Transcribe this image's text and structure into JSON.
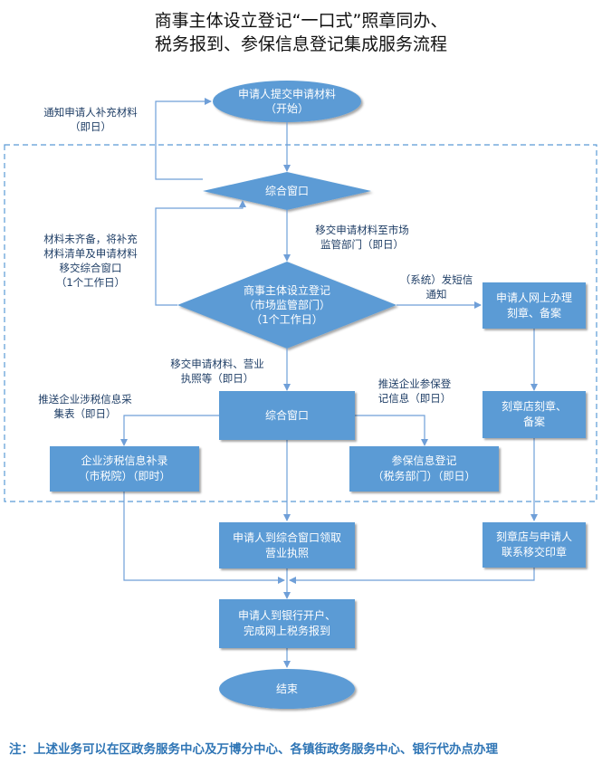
{
  "title": {
    "line1": "商事主体设立登记“一口式”照章同办、",
    "line2": "税务报到、参保信息登记集成服务流程"
  },
  "nodes": {
    "start": {
      "line1": "申请人提交申请材料",
      "line2": "（开始）"
    },
    "window1": "综合窗口",
    "market_review": {
      "line1": "商事主体设立登记",
      "line2": "（市场监管部门）",
      "line3": "（1个工作日）"
    },
    "window2": "综合窗口",
    "online_seal": {
      "line1": "申请人网上办理",
      "line2": "刻章、备案"
    },
    "seal_shop": {
      "line1": "刻章店刻章、",
      "line2": "备案"
    },
    "tax_supplement": {
      "line1": "企业涉税信息补录",
      "line2": "（市税院）（即时）"
    },
    "insurance_register": {
      "line1": "参保信息登记",
      "line2": "（税务部门）（即日）"
    },
    "collect_license": {
      "line1": "申请人到综合窗口领取",
      "line2": "营业执照"
    },
    "seal_handover": {
      "line1": "刻章店与申请人",
      "line2": "联系移交印章"
    },
    "bank": {
      "line1": "申请人到银行开户、",
      "line2": "完成网上税务报到"
    },
    "end": "结束"
  },
  "labels": {
    "notify_supplement": {
      "line1": "通知申请人补充材料",
      "line2": "（即日）"
    },
    "transfer_to_market": {
      "line1": "移交申请材料至市场",
      "line2": "监管部门（即日）"
    },
    "incomplete": {
      "line1": "材料未齐备，将补充",
      "line2": "材料清单及申请材料",
      "line3": "移交综合窗口",
      "line4": "（1个工作日）"
    },
    "sms": {
      "line1": "（系统）发短信",
      "line2": "通知"
    },
    "transfer_license": {
      "line1": "移交申请材料、营业",
      "line2": "执照等（即日）"
    },
    "push_tax": {
      "line1": "推送企业涉税信息采",
      "line2": "集表（即日）"
    },
    "push_insurance": {
      "line1": "推送企业参保登",
      "line2": "记信息（即日）"
    }
  },
  "footer": "注：上述业务可以在区政务服务中心及万博分中心、各镇街政务服务中心、银行代办点办理",
  "colors": {
    "node": "#5b9bd5",
    "arrow": "#6f9fd8",
    "dashed": "#5b9bd5",
    "label": "#1f3e66",
    "footer": "#2f75b5"
  }
}
